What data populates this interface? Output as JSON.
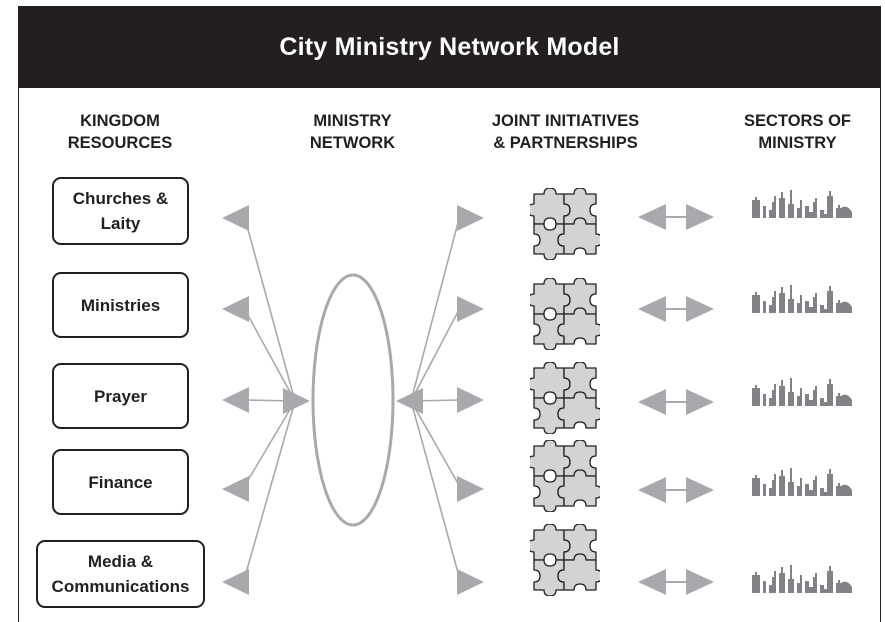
{
  "title": "City Ministry Network Model",
  "columns": {
    "kingdom_resources": [
      "KINGDOM",
      "RESOURCES"
    ],
    "ministry_network": [
      "MINISTRY",
      "NETWORK"
    ],
    "joint_initiatives": [
      "JOINT INITIATIVES",
      "& PARTNERSHIPS"
    ],
    "sectors_of_ministry": [
      "SECTORS OF",
      "MINISTRY"
    ]
  },
  "resources": [
    [
      "Churches &",
      "Laity"
    ],
    [
      "Ministries"
    ],
    [
      "Prayer"
    ],
    [
      "Finance"
    ],
    [
      "Media &",
      "Communications"
    ]
  ],
  "colors": {
    "title_bar": "#231f20",
    "box_border": "#231f20",
    "arrow": "#a7a9ac",
    "line": "#a7a9ac",
    "ellipse": "#a7a9ac",
    "puzzle": "#d1d3d4",
    "skyline": "#808285"
  },
  "icons": {
    "partnership": "puzzle-icon",
    "sector": "city-skyline-icon"
  }
}
